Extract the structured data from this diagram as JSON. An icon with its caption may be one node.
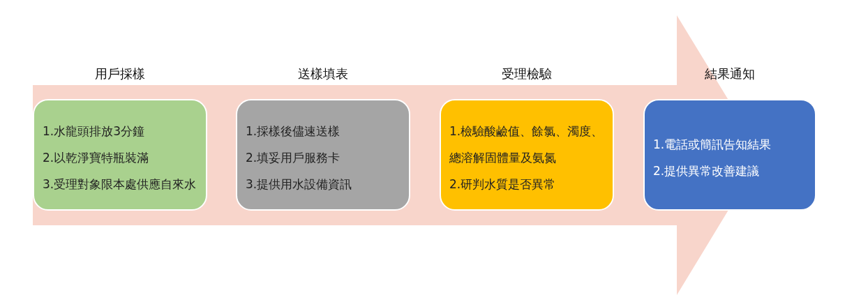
{
  "diagram": {
    "nodes": [
      {
        "text": [
          "用戶採樣",
          "1.水龍頭排放3分鐘",
          "2.以乾淨寶特瓶裝滿",
          "3.受理對象限本處供應自來水"
        ]
      },
      {
        "text": [
          "送樣填表",
          "1.採樣後儘速送樣",
          "2.填妥用戶服務卡",
          "3.提供用水設備資訊"
        ]
      },
      {
        "text": [
          "受理檢驗",
          "1.檢驗酸鹼值、餘氯、濁度、總溶解固體量及氨氮",
          "2.研判水質是否異常"
        ]
      },
      {
        "text": [
          "結果通知",
          "1.電話或簡訊告知結果",
          "2.提供異常改善建議"
        ]
      }
    ]
  }
}
